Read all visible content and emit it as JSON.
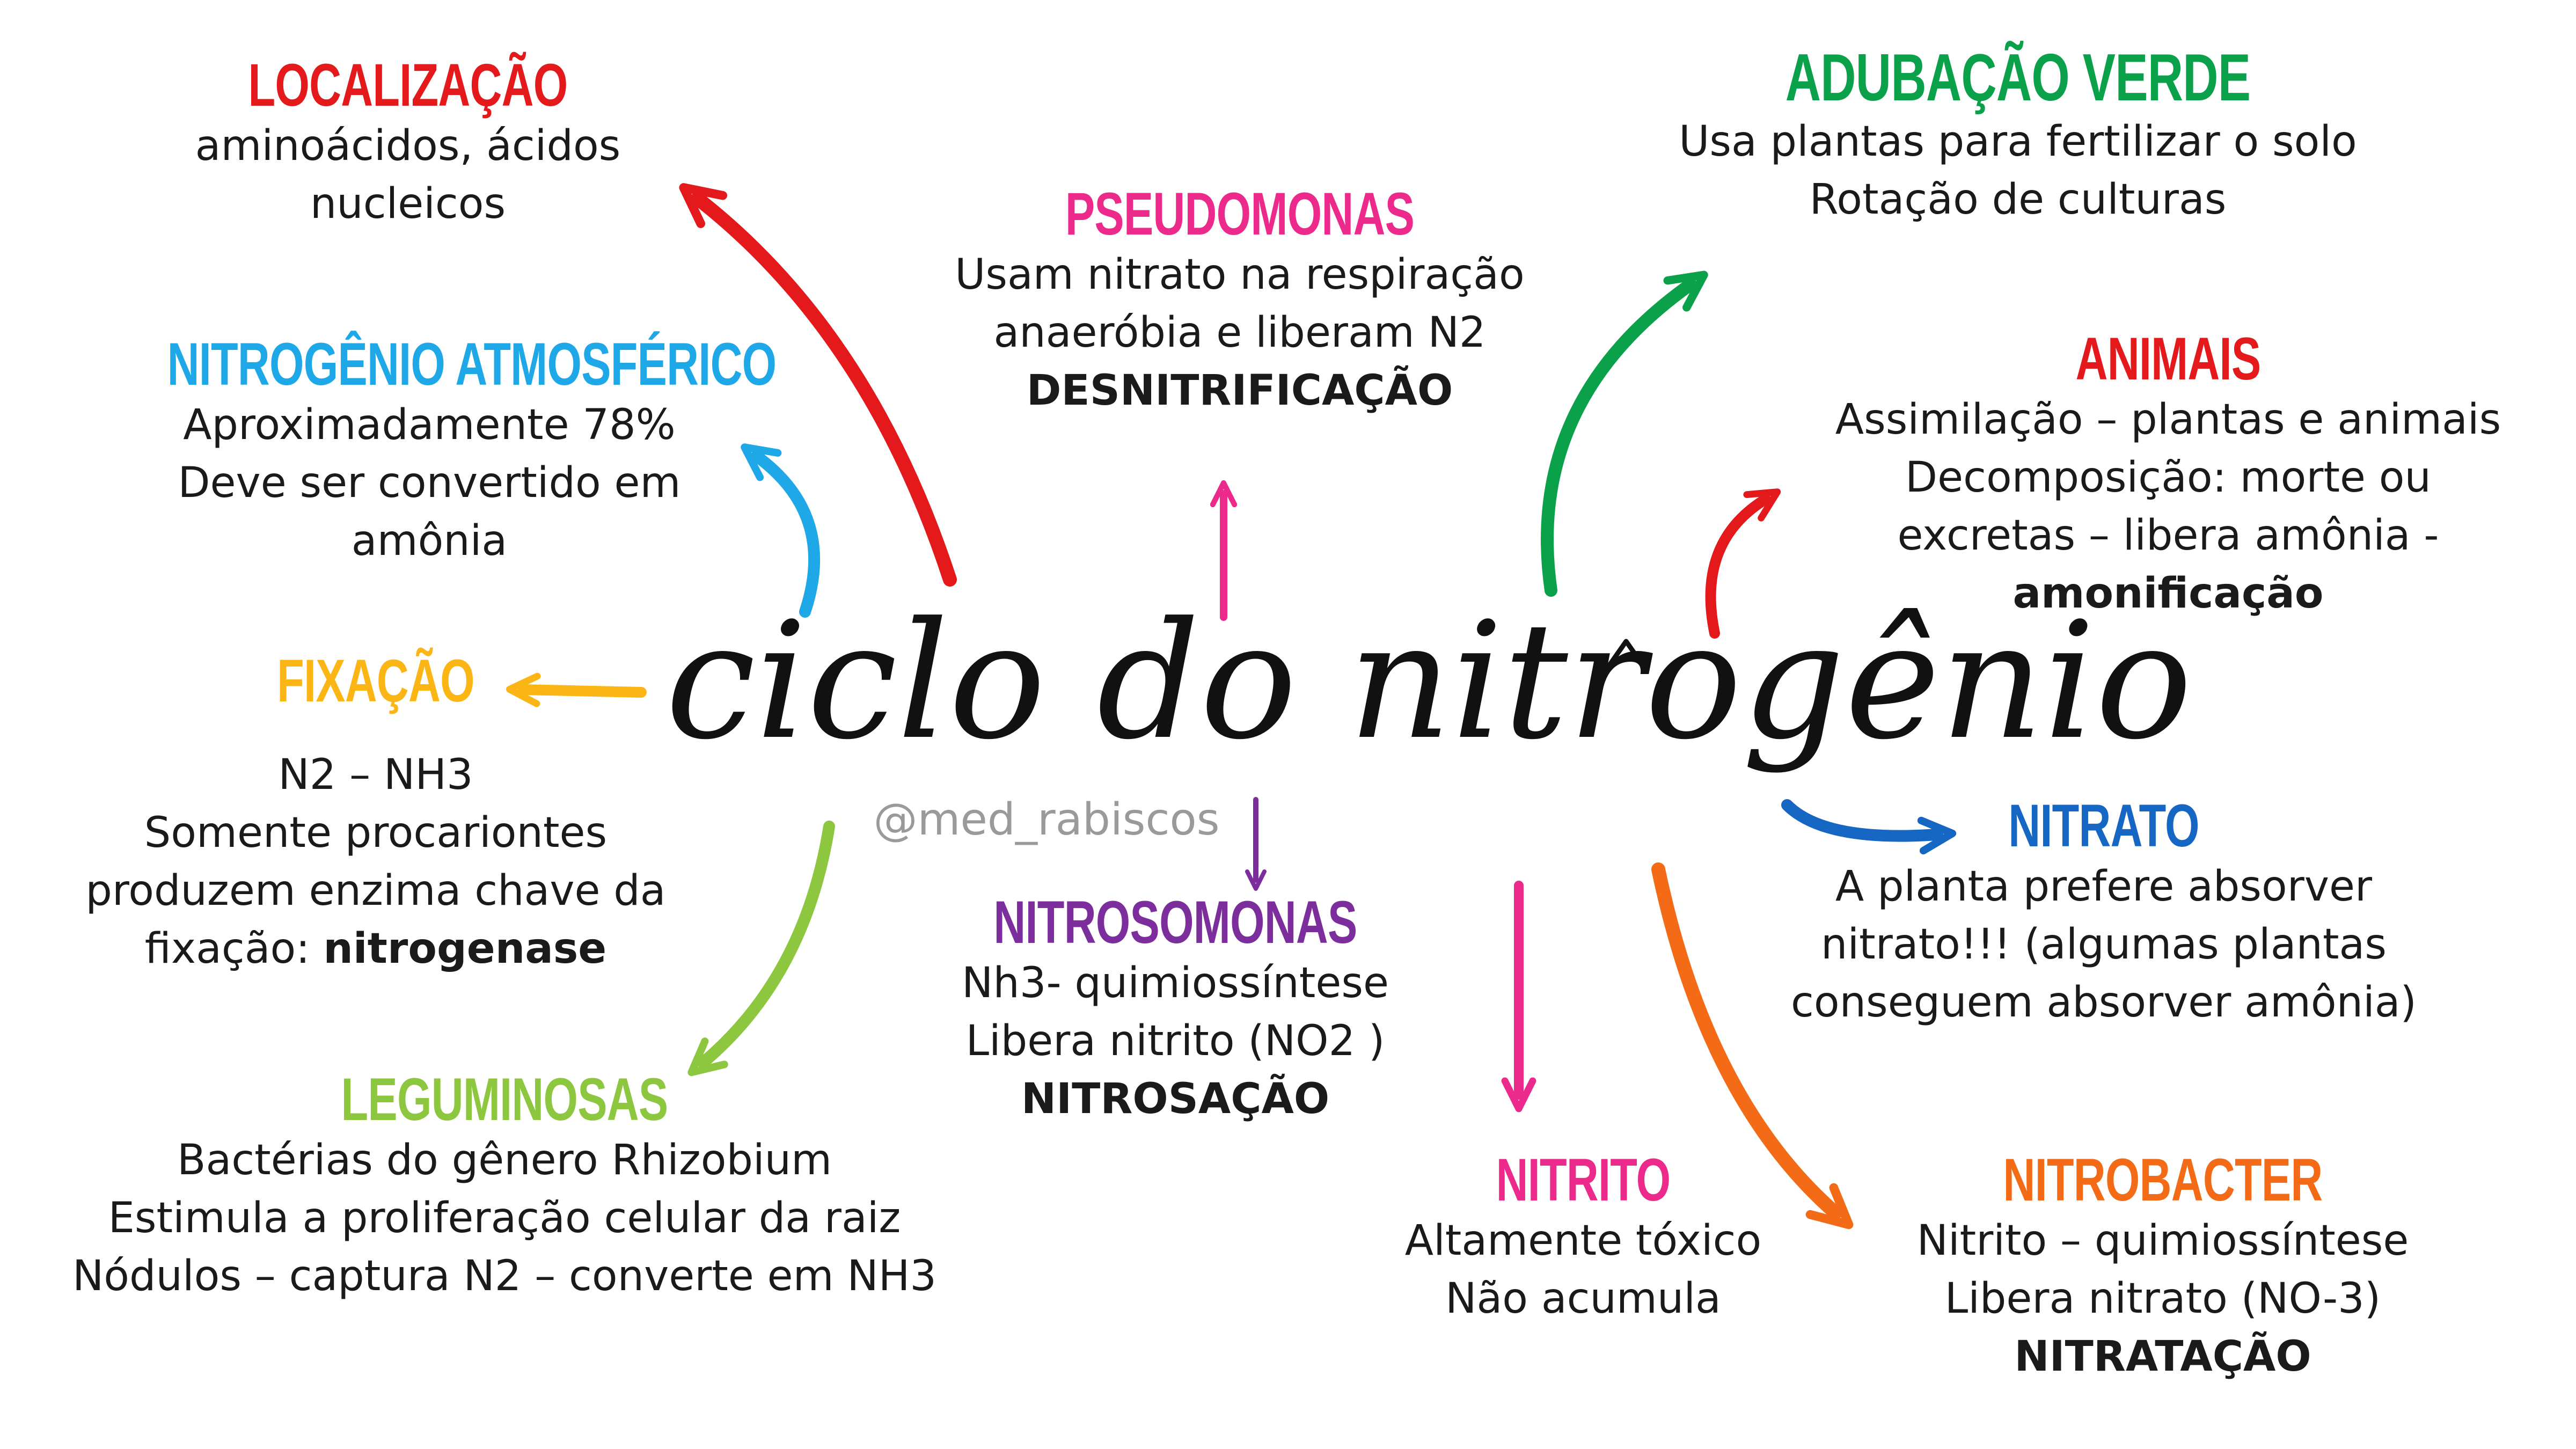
{
  "center": {
    "title": "ciclo do nitrogênio",
    "watermark": "@med_rabiscos"
  },
  "colors": {
    "red": "#e3191c",
    "blue": "#1ea8e8",
    "yellow": "#fbb615",
    "lightgreen": "#8dc63f",
    "pink": "#ec2a8c",
    "purple": "#7b2e9c",
    "green": "#0aa14a",
    "darkblue": "#1666c3",
    "orange": "#f36b16",
    "text": "#1a1a1a"
  },
  "nodes": {
    "localizacao": {
      "title": "LOCALIZAÇÃO",
      "lines": [
        "aminoácidos, ácidos",
        "nucleicos"
      ]
    },
    "nitrogenio_atmosferico": {
      "title": "NITROGÊNIO ATMOSFÉRICO",
      "lines": [
        "Aproximadamente 78%",
        "Deve ser convertido em",
        "amônia"
      ]
    },
    "fixacao": {
      "title": "FIXAÇÃO",
      "formula": "N2 – NH3",
      "lines": [
        "Somente procariontes",
        "produzem enzima chave da"
      ],
      "last_prefix": "fixação: ",
      "last_bold": "nitrogenase"
    },
    "leguminosas": {
      "title": "LEGUMINOSAS",
      "lines": [
        "Bactérias do gênero Rhizobium",
        "Estimula a proliferação celular da raiz",
        "Nódulos – captura N2 – converte em NH3"
      ]
    },
    "pseudomonas": {
      "title": "PSEUDOMONAS",
      "lines": [
        "Usam nitrato na respiração",
        "anaeróbia e liberam N2"
      ],
      "bold": "DESNITRIFICAÇÃO"
    },
    "nitrosomonas": {
      "title": "NITROSOMONAS",
      "lines": [
        "Nh3- quimiossíntese",
        "Libera nitrito (NO2 )"
      ],
      "bold": "NITROSAÇÃO"
    },
    "adubacao_verde": {
      "title": "ADUBAÇÃO VERDE",
      "lines": [
        "Usa plantas para fertilizar o solo",
        "Rotação de culturas"
      ]
    },
    "animais": {
      "title": "ANIMAIS",
      "lines": [
        "Assimilação – plantas e animais",
        "Decomposição: morte ou",
        "excretas – libera amônia -"
      ],
      "bold": "amonificação"
    },
    "nitrato": {
      "title": "NITRATO",
      "lines": [
        "A planta prefere absorver",
        "nitrato!!! (algumas plantas",
        "conseguem absorver amônia)"
      ]
    },
    "nitrito": {
      "title": "NITRITO",
      "lines": [
        "Altamente tóxico",
        "Não acumula"
      ]
    },
    "nitrobacter": {
      "title": "NITROBACTER",
      "lines": [
        "Nitrito – quimiossíntese",
        "Libera nitrato (NO-3)"
      ],
      "bold": "NITRATAÇÃO"
    }
  }
}
